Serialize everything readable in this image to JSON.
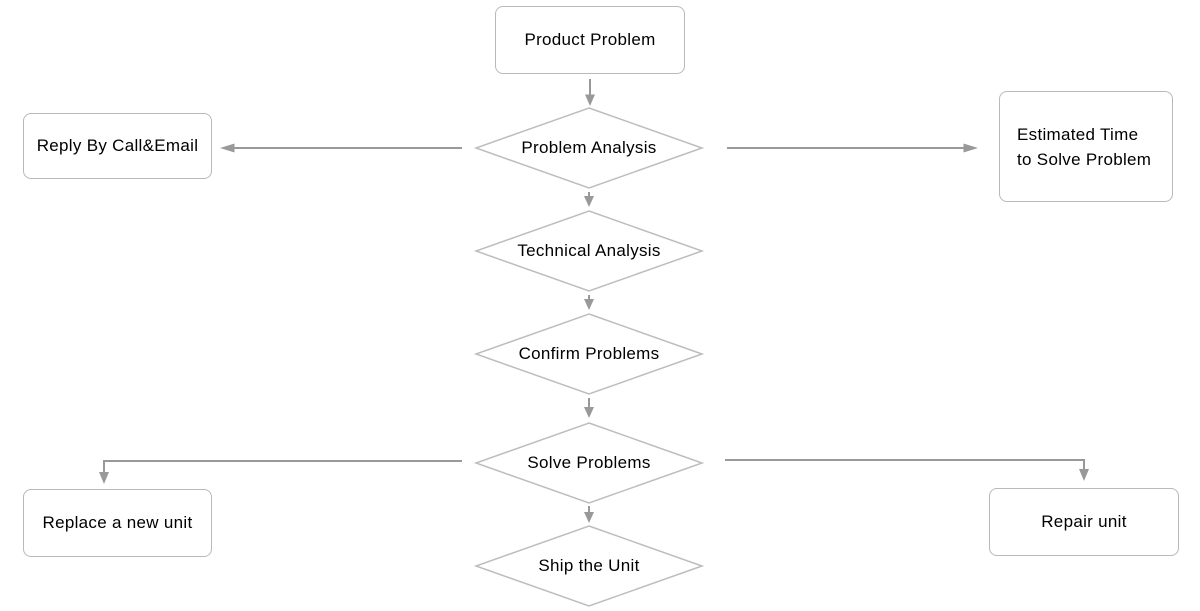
{
  "diagram": {
    "nodes": {
      "product_problem": {
        "label": "Product Problem",
        "shape": "rounded-rectangle"
      },
      "problem_analysis": {
        "label": "Problem Analysis",
        "shape": "diamond"
      },
      "reply_by_call_email": {
        "label": "Reply By Call&Email",
        "shape": "rounded-rectangle"
      },
      "estimated_time": {
        "lines": [
          "Estimated Time",
          "to Solve Problem"
        ],
        "shape": "rounded-rectangle"
      },
      "technical_analysis": {
        "label": "Technical Analysis",
        "shape": "diamond"
      },
      "confirm_problems": {
        "label": "Confirm Problems",
        "shape": "diamond"
      },
      "solve_problems": {
        "label": "Solve Problems",
        "shape": "diamond"
      },
      "replace_new_unit": {
        "label": "Replace a new unit",
        "shape": "rounded-rectangle"
      },
      "repair_unit": {
        "label": "Repair unit",
        "shape": "rounded-rectangle"
      },
      "ship_the_unit": {
        "label": "Ship the Unit",
        "shape": "diamond"
      }
    },
    "edges": [
      {
        "from": "product_problem",
        "to": "problem_analysis",
        "direction": "down"
      },
      {
        "from": "problem_analysis",
        "to": "reply_by_call_email",
        "direction": "left"
      },
      {
        "from": "problem_analysis",
        "to": "estimated_time",
        "direction": "right"
      },
      {
        "from": "problem_analysis",
        "to": "technical_analysis",
        "direction": "down"
      },
      {
        "from": "technical_analysis",
        "to": "confirm_problems",
        "direction": "down"
      },
      {
        "from": "confirm_problems",
        "to": "solve_problems",
        "direction": "down"
      },
      {
        "from": "solve_problems",
        "to": "replace_new_unit",
        "direction": "left-down"
      },
      {
        "from": "solve_problems",
        "to": "repair_unit",
        "direction": "right-down"
      },
      {
        "from": "solve_problems",
        "to": "ship_the_unit",
        "direction": "down"
      }
    ],
    "colors": {
      "background": "#ffffff",
      "box_border": "#b9b9b9",
      "diamond_border": "#bdbdbd",
      "arrow": "#999999",
      "text": "#000000"
    }
  }
}
